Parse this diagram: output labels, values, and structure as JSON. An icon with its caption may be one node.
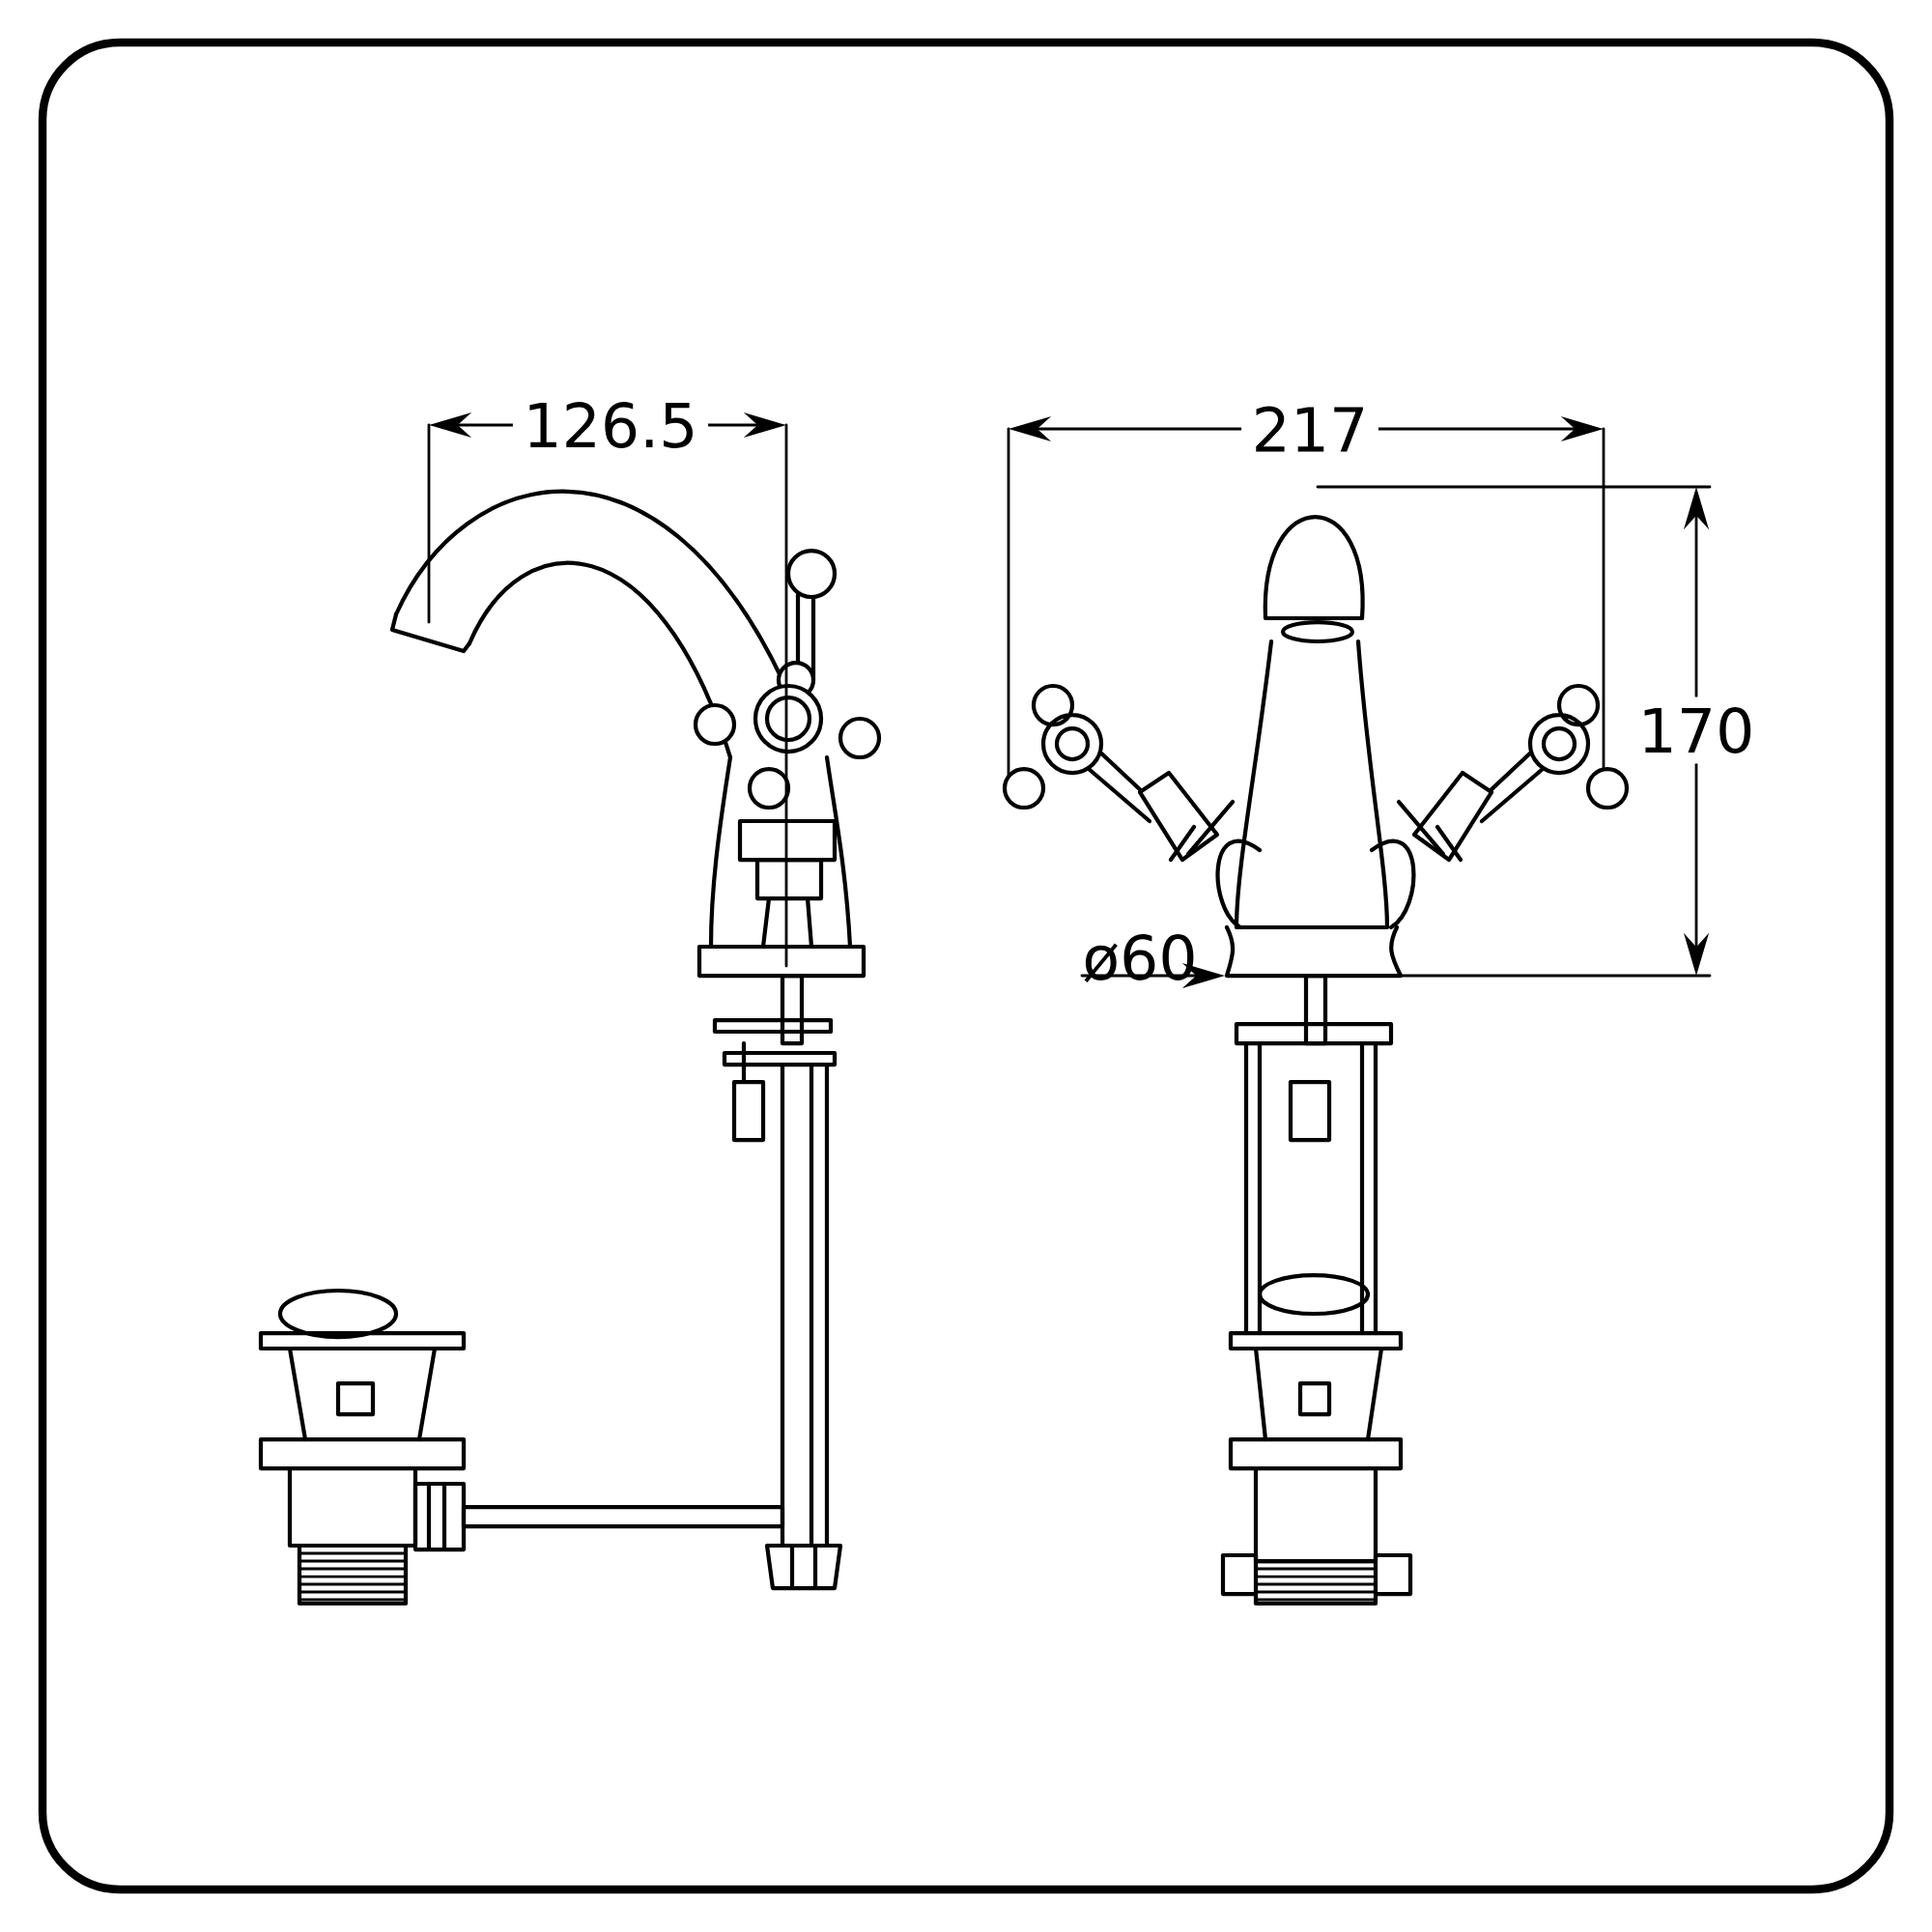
{
  "diagram": {
    "labels": [
      "126.5",
      "217",
      "170",
      "ø60"
    ]
  }
}
